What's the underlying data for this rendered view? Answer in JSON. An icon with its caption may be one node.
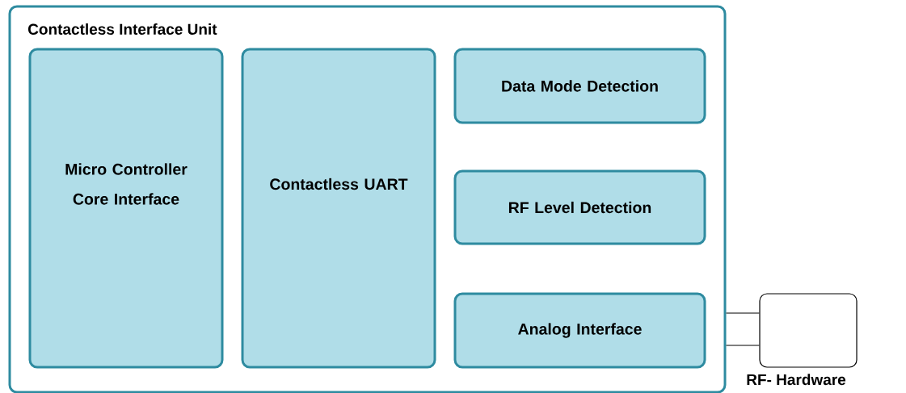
{
  "diagram": {
    "nodes": [
      {
        "text": [
          "Contactless Interface Unit"
        ]
      },
      {
        "text": [
          "Micro Controller Core Interface"
        ],
        "in": 0
      },
      {
        "text": [
          "Contactless UART"
        ],
        "in": 0
      },
      {
        "text": [
          "Data Mode Detection"
        ],
        "in": 0
      },
      {
        "text": [
          "RF Level Detection"
        ],
        "in": 0
      },
      {
        "text": [
          "Analog Interface"
        ],
        "in": 0
      },
      {
        "text": [
          "RF- Hardware"
        ]
      }
    ],
    "edges": [
      {
        "from": 0,
        "to": 6,
        "arrow": "none"
      },
      {
        "from": 0,
        "to": 6,
        "arrow": "none"
      }
    ]
  }
}
